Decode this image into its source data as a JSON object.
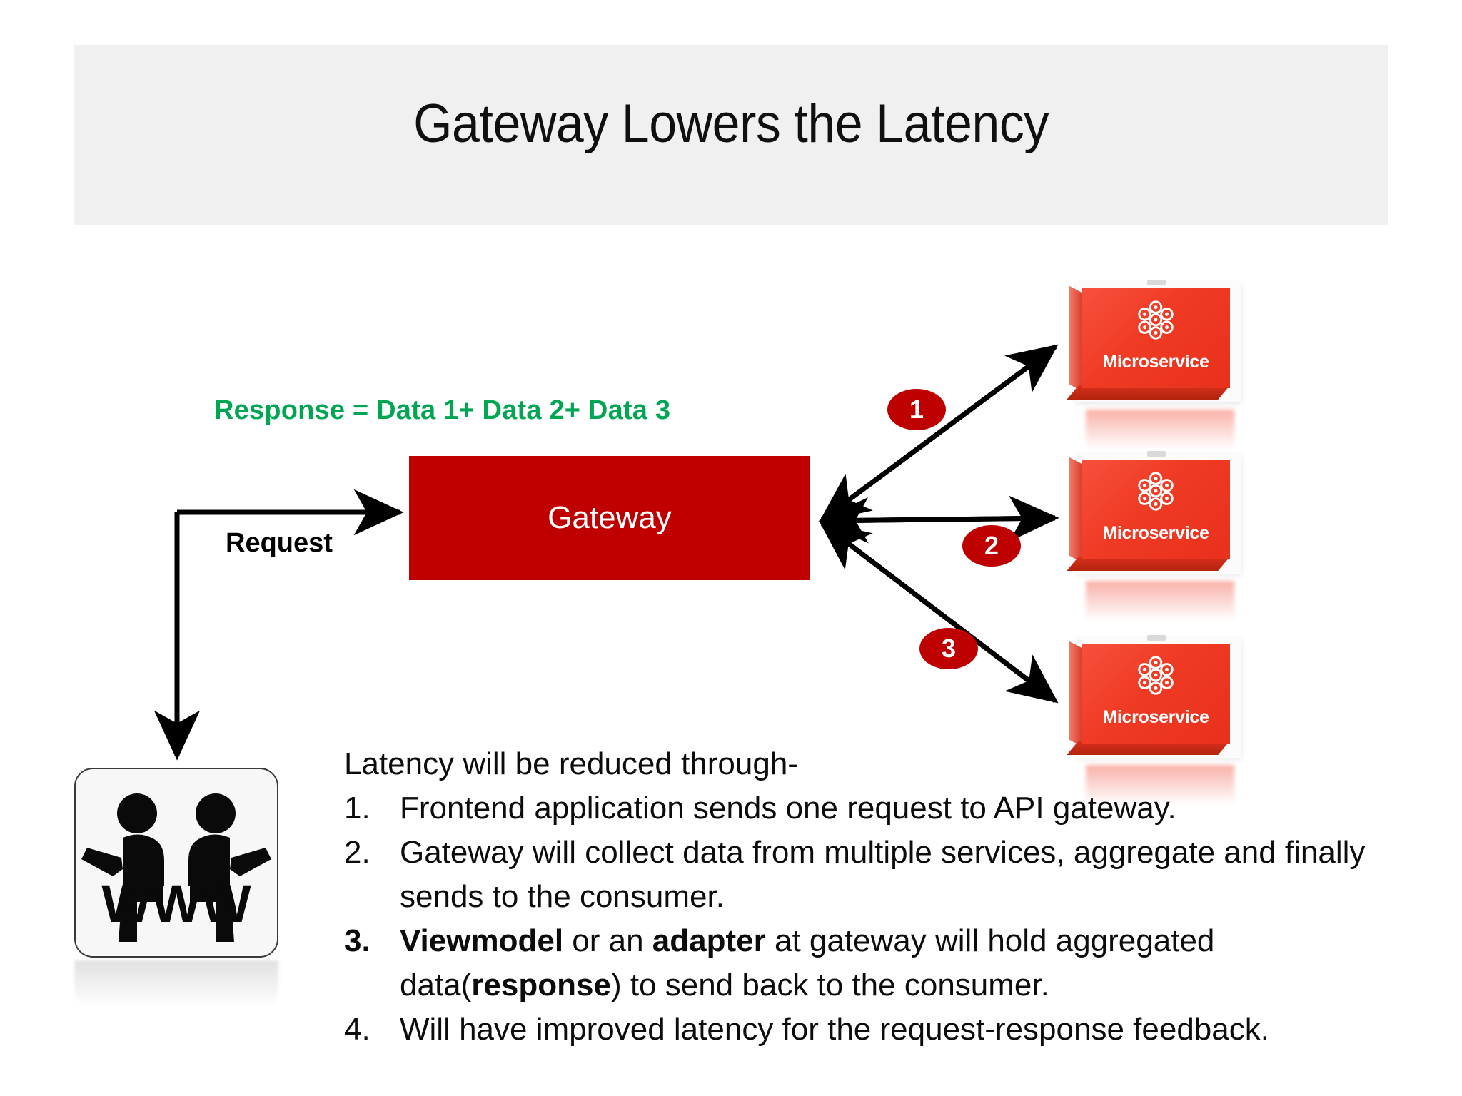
{
  "slide": {
    "title": "Gateway Lowers the Latency",
    "background_color": "#ffffff",
    "title_band_color": "#F0F0F0"
  },
  "diagram": {
    "response_label": "Response = Data 1+ Data 2+ Data 3",
    "response_color": "#00A651",
    "request_label": "Request",
    "gateway": {
      "label": "Gateway",
      "fill_color": "#C00000",
      "text_color": "#ffffff"
    },
    "consumer": {
      "icon_name": "www-users-icon",
      "caption": "WWW"
    },
    "services": [
      {
        "label": "Microservice",
        "icon_name": "hex-cluster-icon",
        "fill_color": "#EF3A24"
      },
      {
        "label": "Microservice",
        "icon_name": "hex-cluster-icon",
        "fill_color": "#EF3A24"
      },
      {
        "label": "Microservice",
        "icon_name": "hex-cluster-icon",
        "fill_color": "#EF3A24"
      }
    ],
    "step_badges": [
      {
        "number": "1",
        "color": "#BE0000"
      },
      {
        "number": "2",
        "color": "#BE0000"
      },
      {
        "number": "3",
        "color": "#BE0000"
      }
    ]
  },
  "body": {
    "intro": "Latency will be reduced through-",
    "items": [
      {
        "number": "1.",
        "number_bold": false,
        "parts": [
          {
            "text": "Frontend application sends one request to API gateway.",
            "bold": false
          }
        ]
      },
      {
        "number": "2.",
        "number_bold": false,
        "parts": [
          {
            "text": "Gateway will collect data from multiple services, aggregate and finally sends to the consumer.",
            "bold": false
          }
        ]
      },
      {
        "number": "3.",
        "number_bold": true,
        "parts": [
          {
            "text": "Viewmodel",
            "bold": true
          },
          {
            "text": "  or an ",
            "bold": false
          },
          {
            "text": "adapter",
            "bold": true
          },
          {
            "text": " at gateway will hold aggregated data(",
            "bold": false
          },
          {
            "text": "response",
            "bold": true
          },
          {
            "text": ") to send back to the consumer.",
            "bold": false
          }
        ]
      },
      {
        "number": "4.",
        "number_bold": false,
        "parts": [
          {
            "text": "Will have improved latency for the request-response feedback.",
            "bold": false
          }
        ]
      }
    ]
  }
}
